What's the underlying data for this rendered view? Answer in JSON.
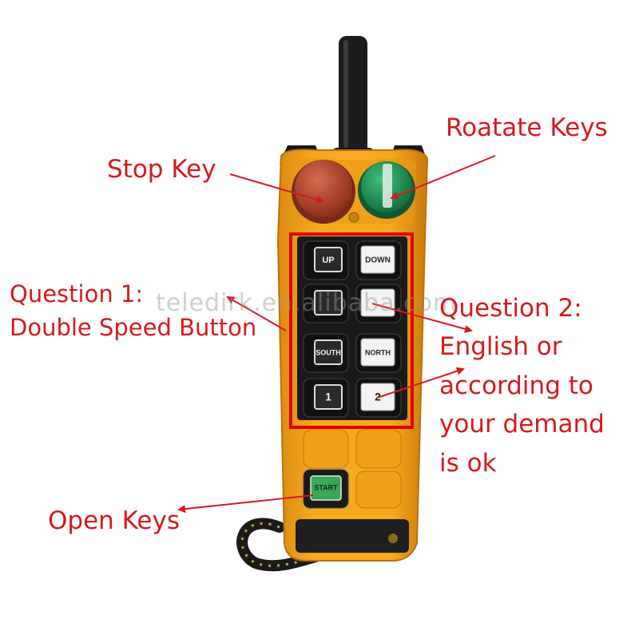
{
  "annotations": {
    "rotate_keys": "Roatate Keys",
    "stop_key": "Stop Key",
    "question1_line1": "Question 1:",
    "question1_line2": "Double Speed Button",
    "question2_line1": "Question 2:",
    "question2_line2": "English or",
    "question2_line3": "according to",
    "question2_line4": "your demand",
    "question2_line5": "is ok",
    "open_keys": "Open Keys"
  },
  "buttons": {
    "up": "UP",
    "down": "DOWN",
    "south": "SOUTH",
    "north": "NORTH",
    "one": "1",
    "two": "2",
    "start": "START"
  },
  "watermark": "teledirk.en.alibaba.com",
  "colors": {
    "annotation": "#d7191c",
    "remote_body": "#f5a316",
    "stop_button": "#b8402c",
    "rotate_key": "#1f9a5a",
    "start_key": "#2e9a4a"
  }
}
